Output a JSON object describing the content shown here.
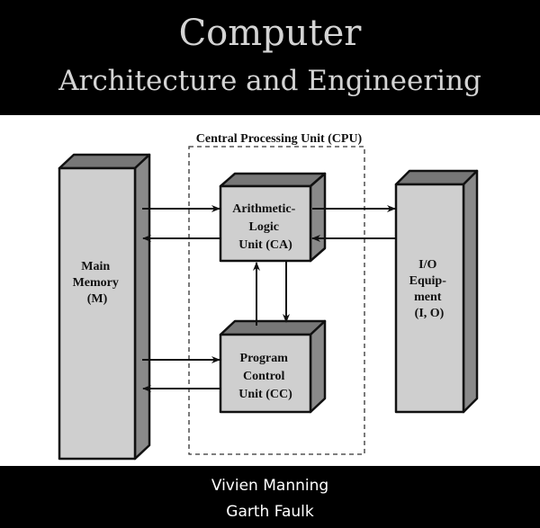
{
  "title": "Computer",
  "subtitle": "Architecture and Engineering",
  "authors": [
    "Vivien Manning",
    "Garth Faulk"
  ],
  "diagram": {
    "cpu_label": "Central Processing Unit (CPU)",
    "main_memory": [
      "Main",
      "Memory",
      "(M)"
    ],
    "alu": [
      "Arithmetic-",
      "Logic",
      "Unit (CA)"
    ],
    "pcu": [
      "Program",
      "Control",
      "Unit (CC)"
    ],
    "io": [
      "I/O",
      "Equip-",
      "ment",
      "(I, O)"
    ]
  }
}
